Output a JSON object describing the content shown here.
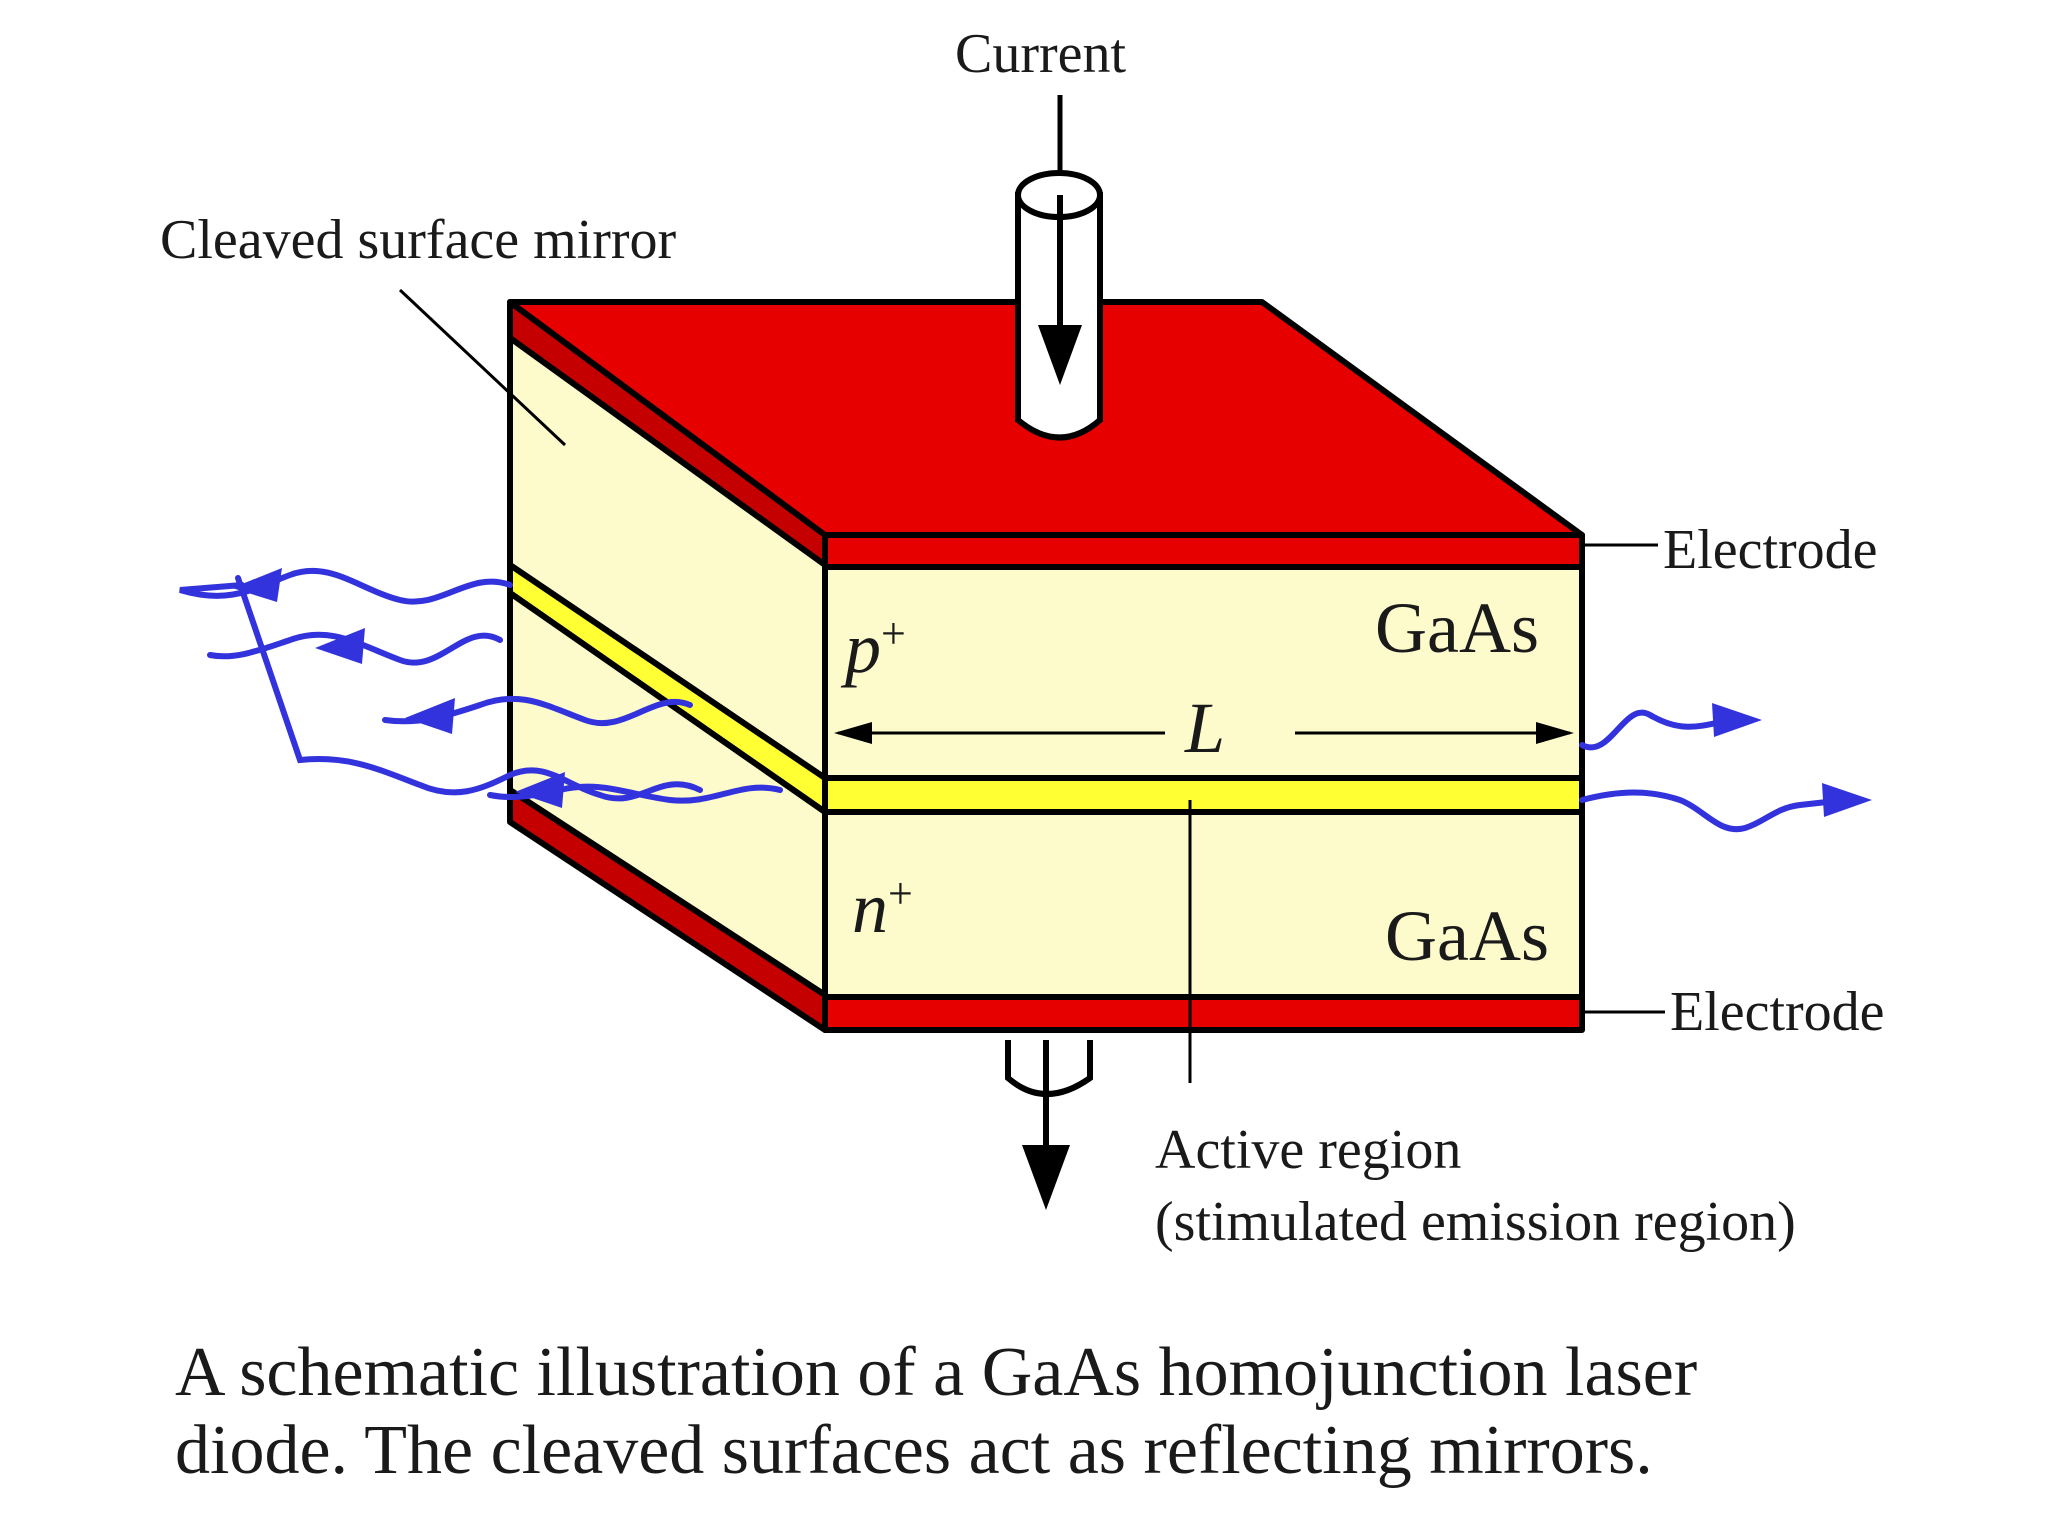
{
  "labels": {
    "current": "Current",
    "cleaved_mirror": "Cleaved surface mirror",
    "electrode_top": "Electrode",
    "electrode_bottom": "Electrode",
    "gaas_top": "GaAs",
    "gaas_bottom": "GaAs",
    "p_layer": "p",
    "p_sup": "+",
    "n_layer": "n",
    "n_sup": "+",
    "length": "L",
    "active_region_1": "Active region",
    "active_region_2": "(stimulated emission region)"
  },
  "caption": {
    "line1": "A schematic illustration of a GaAs homojunction laser",
    "line2": "diode. The cleaved surfaces act as reflecting mirrors."
  },
  "colors": {
    "electrode": "#e60000",
    "electrode_dark": "#b30000",
    "semiconductor": "#fdfacc",
    "active": "#ffff33",
    "light": "#3333dd"
  }
}
